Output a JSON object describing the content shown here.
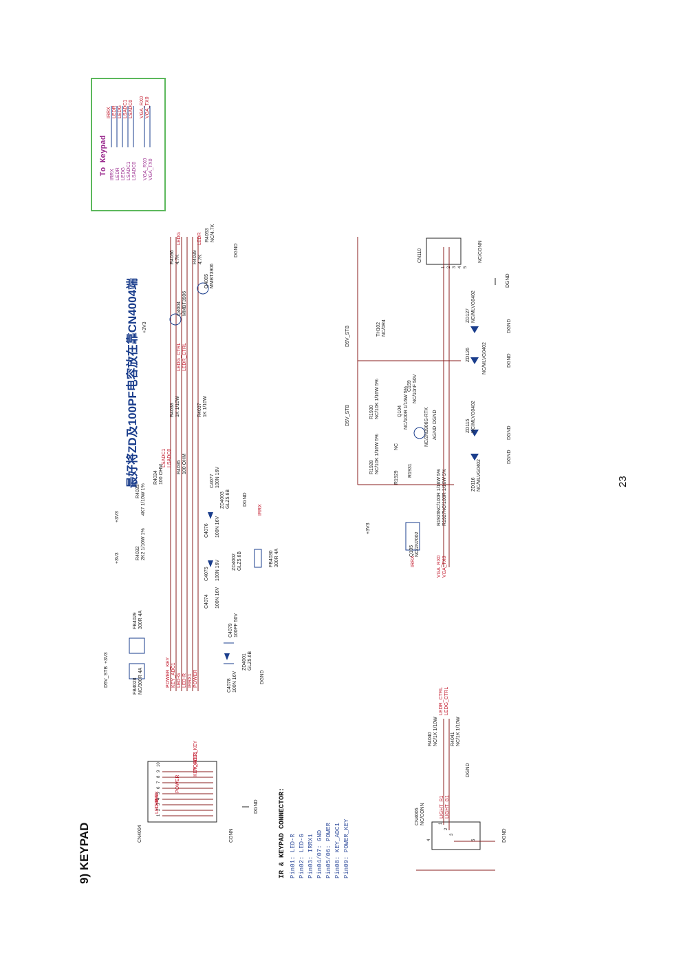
{
  "page": {
    "section_title": "9) KEYPAD",
    "page_number": "23"
  },
  "note": "最好将ZD及100PF电容放在靠CN4004端",
  "to_keypad": {
    "title": "To Keypad",
    "signals": [
      "IRRX",
      "LEDR",
      "LEDG",
      "LSADC1",
      "LSADC0",
      "VGA_RX0",
      "VGA_TX0"
    ]
  },
  "connector_notes": {
    "title": "IR & KEYPAD CONNECTOR:",
    "lines": [
      "Pin01: LED-R",
      "Pin02: LED-G",
      "Pin03: IRRX1",
      "Pin04/07: GND",
      "Pin05/06: POWER",
      "Pin08: KEY_ADC1",
      "Pin09: POWER_KEY"
    ]
  },
  "cn4004": {
    "ref": "CN4004",
    "value": "CONN",
    "pins": [
      "1",
      "2",
      "3",
      "4",
      "5",
      "6",
      "7",
      "8",
      "9",
      "10"
    ],
    "nets": [
      "LED-R",
      "LED-G",
      "IRRX",
      "POWER",
      "KEY_ADC1",
      "POWER_KEY"
    ]
  },
  "cn4005": {
    "ref": "CN4005",
    "value": "NC/CONN",
    "pins": [
      "1",
      "2",
      "3",
      "4",
      "5"
    ],
    "nets": [
      "LIGHT_R1",
      "LIGHT_G1"
    ]
  },
  "cn110": {
    "ref": "CN110",
    "value": "NC/CONN",
    "pins": [
      "1",
      "2",
      "3",
      "4",
      "5"
    ]
  },
  "nets": {
    "d5v_stb": "D5V_STB",
    "p3v3": "+3V3",
    "dgnd": "DGND",
    "agnd": "AGND",
    "ledg": "LEDG",
    "ledr": "LEDR",
    "irrx": "IRRX",
    "ledg_ctrl": "LEDG_CTRL",
    "ledr_ctrl": "LEDR_CTRL",
    "lsadc1": "LSADC1",
    "lsadc0": "LSADC0",
    "vga_rx0": "VGA_RX0",
    "vga_tx0": "VGA_TX0",
    "power_key": "POWER_KEY",
    "key_adc1": "KEY_ADC1",
    "led_g": "LED-G",
    "led_r": "LED-R",
    "irrx1": "IRRX1",
    "power": "POWER",
    "nc": "NC"
  },
  "components": {
    "fb4028": {
      "ref": "FB4028",
      "value": "NC/300R 4A"
    },
    "fb4029": {
      "ref": "FB4029",
      "value": "300R 4A"
    },
    "fb4030": {
      "ref": "FB4030",
      "value": "300R 4A"
    },
    "c4078": {
      "ref": "C4078",
      "value": "100N 16V"
    },
    "c4079": {
      "ref": "C4079",
      "value": "100PF 50V"
    },
    "zd4001": {
      "ref": "ZD4001",
      "value": "GLZ5.6B"
    },
    "c4074": {
      "ref": "C4074",
      "value": "100N 16V"
    },
    "c4075": {
      "ref": "C4075",
      "value": "100N 16V"
    },
    "zd4002": {
      "ref": "ZD4002",
      "value": "GLZ5.6B"
    },
    "c4076": {
      "ref": "C4076",
      "value": "100N 16V"
    },
    "zd4003": {
      "ref": "ZD4003",
      "value": "GLZ5.6B"
    },
    "c4077": {
      "ref": "C4077",
      "value": "100N 16V"
    },
    "r4032": {
      "ref": "R4032",
      "value": "2K2 1/10W 1%"
    },
    "r4033": {
      "ref": "R4033",
      "value": "4K7 1/10W 1%"
    },
    "r4034": {
      "ref": "R4034",
      "value": "100 OHM"
    },
    "r4035": {
      "ref": "R4035",
      "value": "100 OHM"
    },
    "r4038": {
      "ref": "R4038",
      "value": "1K 1/10W"
    },
    "r4037": {
      "ref": "R4037",
      "value": "1K 1/10W"
    },
    "q4004": {
      "ref": "Q4004",
      "value": "MMBT3906"
    },
    "q4005": {
      "ref": "Q4005",
      "value": "MMBT3906"
    },
    "r4036": {
      "ref": "R4036",
      "value": "4.7K"
    },
    "r4039": {
      "ref": "R4039",
      "value": "4.7K"
    },
    "r4053": {
      "ref": "R4053",
      "value": "NC/4.7K"
    },
    "r4040": {
      "ref": "R4040",
      "value": "NC/1K 1/10W"
    },
    "r4041": {
      "ref": "R4041",
      "value": "NC/1K 1/10W"
    },
    "q105": {
      "ref": "Q105",
      "value": "NC/2N7002"
    },
    "r1926": {
      "ref": "R1926",
      "value": "NC/100R 1/16W 5%"
    },
    "r1927": {
      "ref": "R1927",
      "value": "NC/100R 1/16W 5%"
    },
    "r1928": {
      "ref": "R1928",
      "value": "NC/10K 1/16W 5%"
    },
    "r1929": {
      "ref": "R1929",
      "value": ""
    },
    "r1931": {
      "ref": "R1931",
      "value": ""
    },
    "q104": {
      "ref": "Q104",
      "value": "NC/2N3906S-RTK"
    },
    "r1930": {
      "ref": "R1930",
      "value": "NC/10K 1/16W 5%"
    },
    "r1932": {
      "ref": "",
      "value": "NC/100R 1/16W 5%"
    },
    "c159": {
      "ref": "C159",
      "value": "NC/10nF 50V"
    },
    "th102": {
      "ref": "TH102",
      "value": "NC/0R4"
    },
    "zd115": {
      "ref": "ZD115",
      "value": "NC/MLVG0402"
    },
    "zd116": {
      "ref": "ZD116",
      "value": "NC/MLVG0402"
    },
    "zd126": {
      "ref": "ZD126",
      "value": "NC/MLVG0402"
    },
    "zd127": {
      "ref": "ZD127",
      "value": "NC/MLVG0402"
    }
  },
  "colors": {
    "wire": "#8a1c1c",
    "net_label": "#c2182b",
    "component": "#1a3d8c",
    "box": "#5cb85c",
    "keypad_title": "#9b2c8f"
  }
}
